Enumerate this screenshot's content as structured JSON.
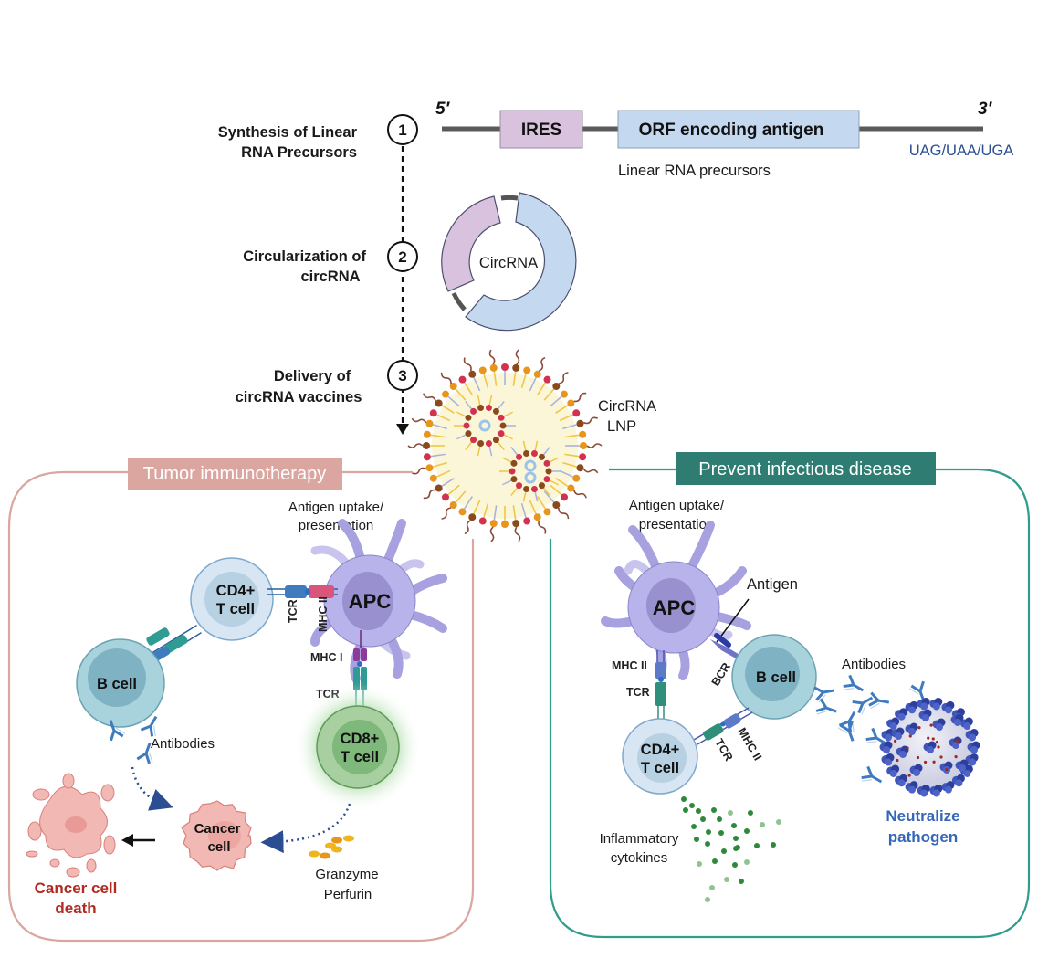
{
  "colors": {
    "ires_fill": "#d9c2dd",
    "orf_fill": "#c4d9ef",
    "rna_line": "#5a5a5a",
    "stop_codon": "#2b4e93",
    "tumor_panel": "#dba6a0",
    "infectious_panel": "#2f7c72",
    "apc_fill": "#b9b3ec",
    "cd4_fill": "#d7e6f2",
    "bcell_fill": "#a9d3dc",
    "cd8_fill": "#a7cf9f",
    "cancer_fill": "#f2b8b4",
    "cancer_death_label": "#b22a22",
    "neutralize_label": "#3566b8",
    "cytokine_dark": "#2e8a3a",
    "cytokine_light": "#8fc48f",
    "granzyme": "#f0b51d"
  },
  "steps": [
    {
      "number": "1",
      "label_line1": "Synthesis of Linear",
      "label_line2": "RNA Precursors"
    },
    {
      "number": "2",
      "label_line1": "Circularization of",
      "label_line2": "circRNA"
    },
    {
      "number": "3",
      "label_line1": "Delivery of",
      "label_line2": "circRNA vaccines"
    }
  ],
  "linear_rna": {
    "five_prime": "5′",
    "three_prime": "3′",
    "ires_label": "IRES",
    "orf_label": "ORF encoding antigen",
    "stop_codons": "UAG/UAA/UGA",
    "caption": "Linear RNA precursors"
  },
  "circrna": {
    "label": "CircRNA"
  },
  "lnp": {
    "label_line1": "CircRNA",
    "label_line2": "LNP"
  },
  "tumor_panel": {
    "title": "Tumor immunotherapy",
    "antigen_uptake_line1": "Antigen uptake/",
    "antigen_uptake_line2": "presentation",
    "apc": "APC",
    "cd4_line1": "CD4+",
    "cd4_line2": "T cell",
    "bcell": "B cell",
    "cd8_line1": "CD8+",
    "cd8_line2": "T cell",
    "tcr_cd4": "TCR",
    "mhc2": "MHC II",
    "mhc1": "MHC I",
    "tcr_cd8": "TCR",
    "antibodies": "Antibodies",
    "cancer_line1": "Cancer",
    "cancer_line2": "cell",
    "death_line1": "Cancer cell",
    "death_line2": "death",
    "granzyme_line1": "Granzyme",
    "granzyme_line2": "Perfurin"
  },
  "infectious_panel": {
    "title": "Prevent infectious disease",
    "antigen_uptake_line1": "Antigen uptake/",
    "antigen_uptake_line2": "presentation",
    "apc": "APC",
    "antigen": "Antigen",
    "mhc2_apc": "MHC II",
    "tcr_apc": "TCR",
    "bcr": "BCR",
    "bcell": "B cell",
    "cd4_line1": "CD4+",
    "cd4_line2": "T cell",
    "tcr_b": "TCR",
    "mhc2_b": "MHC II",
    "antibodies": "Antibodies",
    "cytokines_line1": "Inflammatory",
    "cytokines_line2": "cytokines",
    "neutralize_line1": "Neutralize",
    "neutralize_line2": "pathogen"
  }
}
